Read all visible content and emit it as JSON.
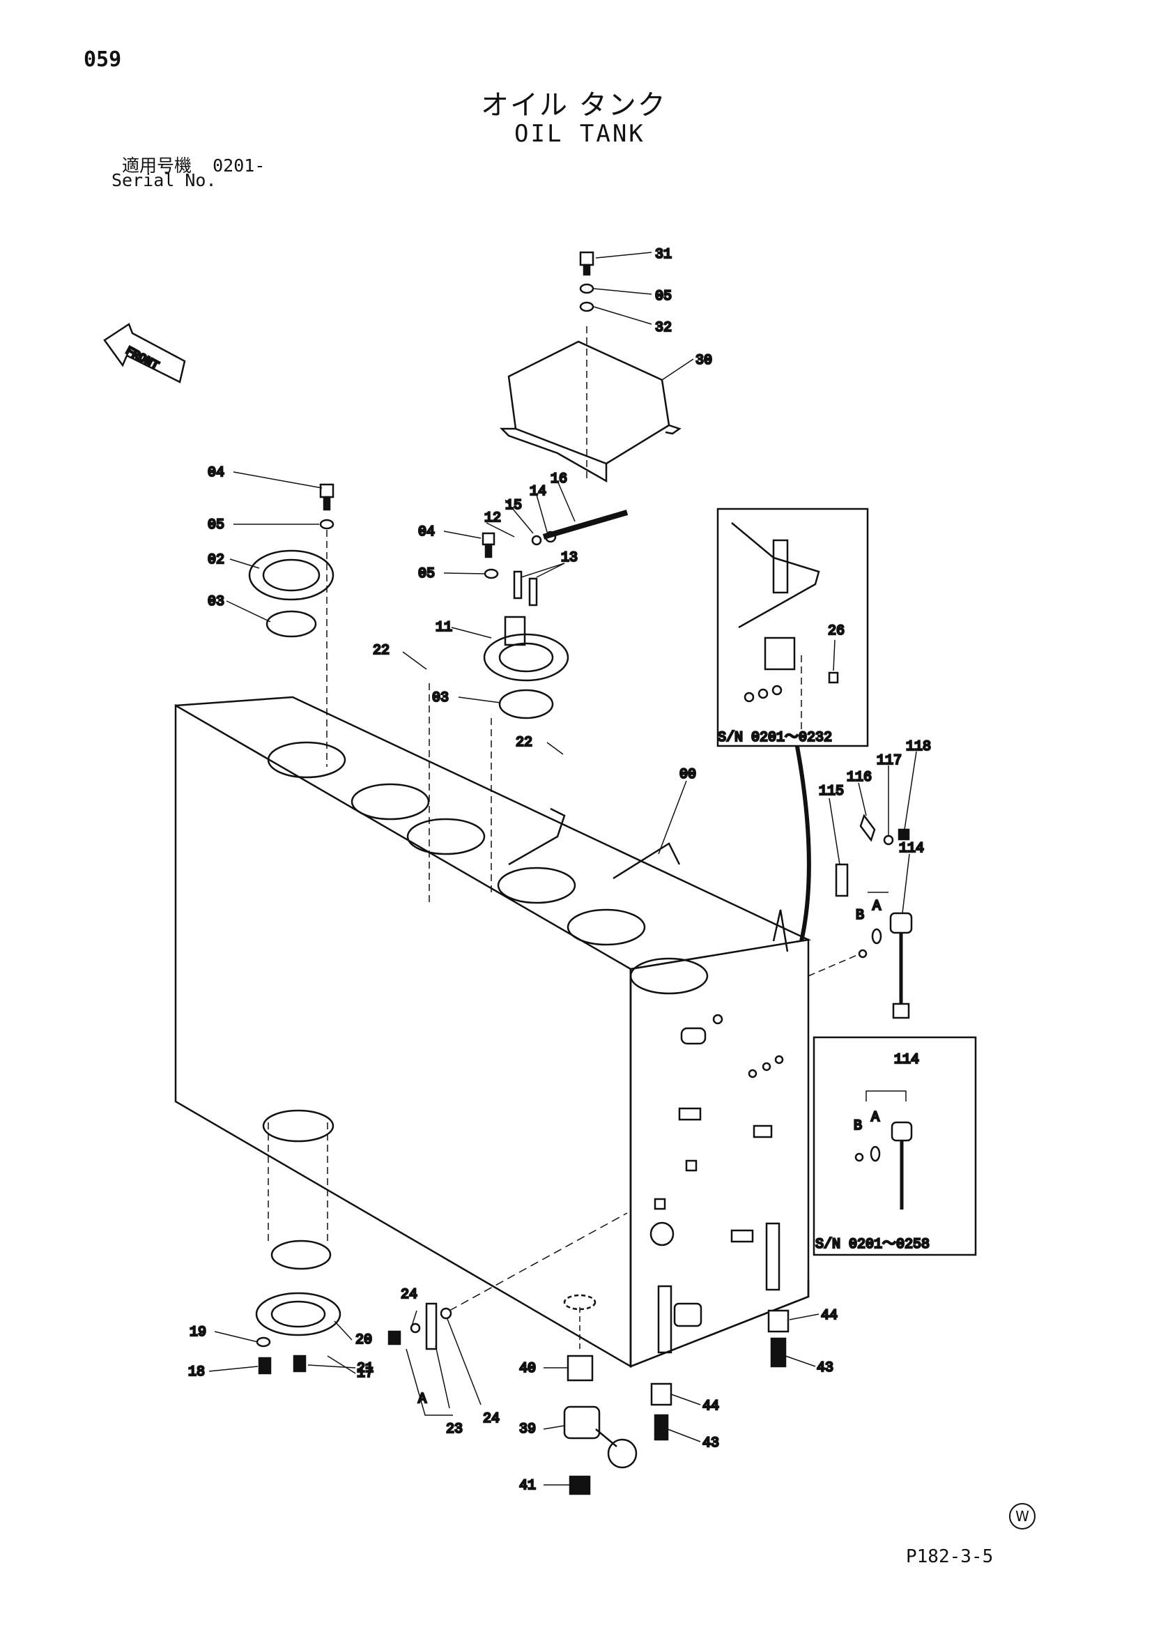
{
  "page_number": "059",
  "title_jp": "オイル タンク",
  "title_en": "OIL TANK",
  "serial": {
    "label_jp": "適用号機",
    "value": "0201-",
    "label_en": "Serial No."
  },
  "front_label": "FRONT",
  "inset_1": {
    "serial_range": "S/N 0201～0232",
    "part": "26"
  },
  "inset_2": {
    "serial_range": "S/N 0201～0258",
    "part": "114",
    "a": "A",
    "b": "B"
  },
  "doc_code": "P182-3-5",
  "mark": "W",
  "labels": {
    "l31": "31",
    "l05a": "05",
    "l32": "32",
    "l30": "30",
    "l04a": "04",
    "l05b": "05",
    "l02": "02",
    "l03a": "03",
    "l16": "16",
    "l14": "14",
    "l15": "15",
    "l12": "12",
    "l04b": "04",
    "l13": "13",
    "l05c": "05",
    "l11": "11",
    "l22a": "22",
    "l03b": "03",
    "l22b": "22",
    "l00": "00",
    "l118": "118",
    "l117": "117",
    "l116": "116",
    "l115": "115",
    "l114": "114",
    "lB": "B",
    "lA": "A",
    "l20": "20",
    "l17": "17",
    "l19": "19",
    "l18": "18",
    "l21": "21",
    "l24a": "24",
    "l24b": "24",
    "l23": "23",
    "lA2": "A",
    "l40": "40",
    "l39": "39",
    "l41": "41",
    "l44a": "44",
    "l43a": "43",
    "l44b": "44",
    "l43b": "43"
  }
}
